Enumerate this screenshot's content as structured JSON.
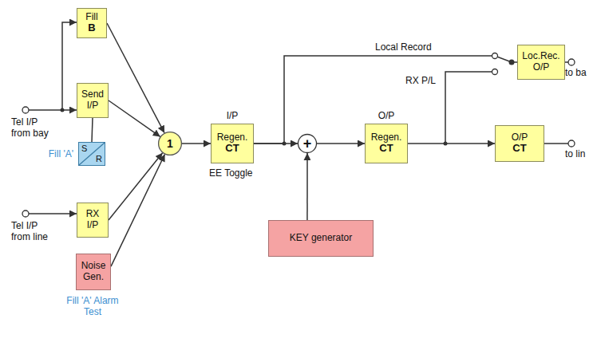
{
  "diagram": {
    "nodes": [
      {
        "text": [
          "Fill",
          "B"
        ]
      },
      {
        "text": [
          "Send I/P"
        ]
      },
      {
        "text": [
          "S",
          "R"
        ]
      },
      {
        "text": [
          "RX I/P"
        ]
      },
      {
        "text": [
          "Noise Gen."
        ]
      },
      {
        "text": [
          "1"
        ]
      },
      {
        "text": [
          "I/P",
          "Regen.",
          "CT"
        ]
      },
      {
        "text": [
          "+"
        ]
      },
      {
        "text": [
          "KEY generator"
        ]
      },
      {
        "text": [
          "O/P",
          "Regen.",
          "CT"
        ]
      },
      {
        "text": [
          "Loc.Rec. O/P"
        ]
      },
      {
        "text": [
          "O/P",
          "CT"
        ]
      }
    ],
    "edges": [
      {
        "from": 0,
        "to": 5,
        "arrow": "to"
      },
      {
        "from": 1,
        "to": 5,
        "arrow": "to"
      },
      {
        "from": 1,
        "to": 2,
        "arrow": "none"
      },
      {
        "from": 3,
        "to": 5,
        "arrow": "to"
      },
      {
        "from": 4,
        "to": 5,
        "arrow": "to"
      },
      {
        "from": 5,
        "to": 6,
        "arrow": "to"
      },
      {
        "from": 6,
        "to": 7,
        "arrow": "to"
      },
      {
        "from": 6,
        "to": 10,
        "arrow": "none",
        "label": "Local Record"
      },
      {
        "from": 8,
        "to": 7,
        "arrow": "to"
      },
      {
        "from": 7,
        "to": 9,
        "arrow": "to"
      },
      {
        "from": 9,
        "to": 11,
        "arrow": "to"
      }
    ],
    "labels": [
      "Tel I/P from bay",
      "Fill 'A'",
      "Tel I/P from line",
      "Fill 'A' Alarm Test",
      "EE Toggle",
      "RX P/L",
      "to ba",
      "to lin"
    ]
  }
}
